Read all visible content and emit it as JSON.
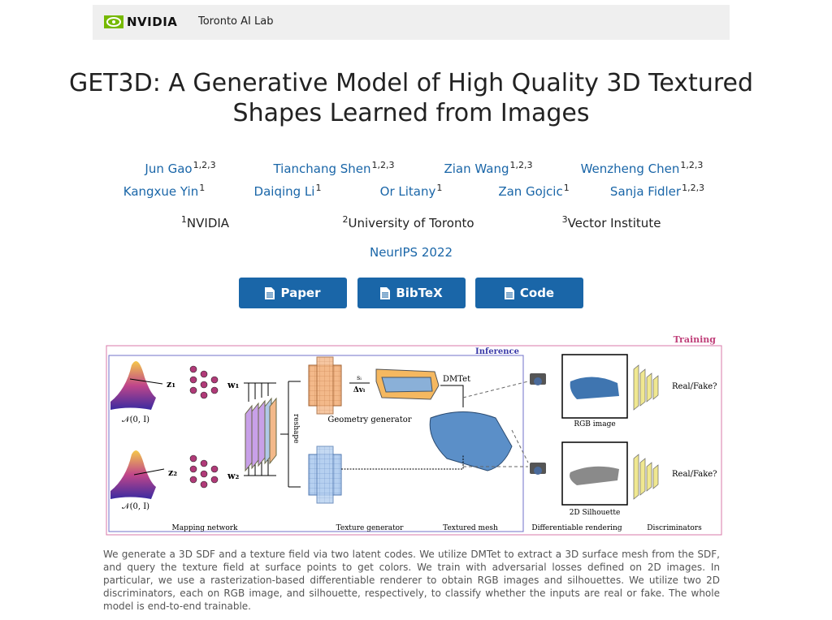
{
  "header": {
    "logo": "NVIDIA",
    "lab": "Toronto AI Lab",
    "brand_color": "#76b900"
  },
  "title": {
    "line1": "GET3D: A Generative Model of High Quality 3D Textured",
    "line2": "Shapes Learned from Images"
  },
  "authors": [
    {
      "name": "Jun Gao",
      "aff": "1,2,3"
    },
    {
      "name": "Tianchang Shen",
      "aff": "1,2,3"
    },
    {
      "name": "Zian Wang",
      "aff": "1,2,3"
    },
    {
      "name": "Wenzheng Chen",
      "aff": "1,2,3"
    },
    {
      "name": "Kangxue Yin",
      "aff": "1"
    },
    {
      "name": "Daiqing Li",
      "aff": "1"
    },
    {
      "name": "Or Litany",
      "aff": "1"
    },
    {
      "name": "Zan Gojcic",
      "aff": "1"
    },
    {
      "name": "Sanja Fidler",
      "aff": "1,2,3"
    }
  ],
  "affiliations": [
    {
      "num": "1",
      "name": "NVIDIA"
    },
    {
      "num": "2",
      "name": "University of Toronto"
    },
    {
      "num": "3",
      "name": "Vector Institute"
    }
  ],
  "venue": "NeurIPS 2022",
  "buttons": [
    {
      "label": "Paper",
      "icon": "file-icon"
    },
    {
      "label": "BibTeX",
      "icon": "file-icon"
    },
    {
      "label": "Code",
      "icon": "file-icon"
    }
  ],
  "accent_color": "#1a66a8",
  "figure": {
    "training": "Training",
    "inference": "Inference",
    "z1": "z₁",
    "z2": "z₂",
    "w1": "w₁",
    "w2": "w₂",
    "normal": "𝒩(0, I)",
    "reshape": "reshape",
    "si": "sᵢ",
    "dvi": "Δvᵢ",
    "dmtet": "DMTet",
    "geometry": "Geometry generator",
    "rgb": "RGB image",
    "silhouette": "2D Silhouette",
    "realfake": "Real/Fake?",
    "mapping": "Mapping network",
    "texture": "Texture generator",
    "mesh": "Textured mesh",
    "rendering": "Differentiable rendering",
    "discriminators": "Discriminators"
  },
  "caption": "We generate a 3D SDF and a texture field via two latent codes. We utilize DMTet to extract a 3D surface mesh from the SDF, and query the texture field at surface points to get colors. We train with adversarial losses defined on 2D images. In particular, we use a rasterization-based differentiable renderer to obtain RGB images and silhouettes. We utilize two 2D discriminators, each on RGB image, and silhouette, respectively, to classify whether the inputs are real or fake. The whole model is end-to-end trainable."
}
